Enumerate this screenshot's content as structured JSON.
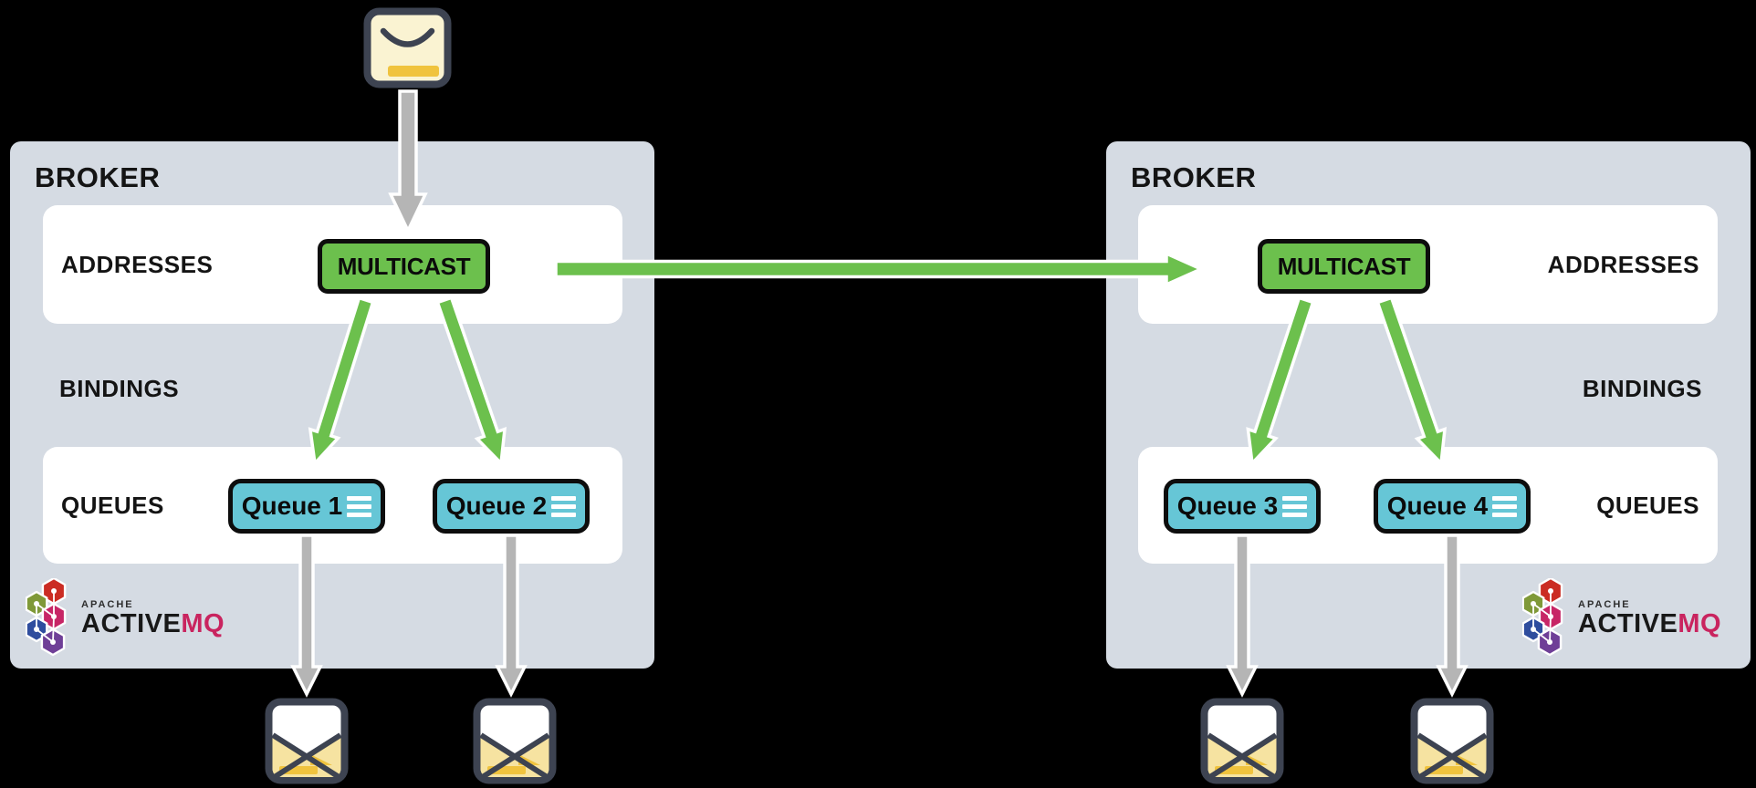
{
  "diagram": {
    "description_icons": {
      "incoming_message": "envelope-icon",
      "delivered_message": "open-envelope-icon",
      "queue_rows": "list-icon",
      "logo_mark": "hexagon-cluster-icon"
    },
    "brokers": [
      {
        "title": "BROKER",
        "addresses_label": "ADDRESSES",
        "bindings_label": "BINDINGS",
        "queues_label": "QUEUES",
        "address_node_label": "MULTICAST",
        "queue_nodes": [
          "Queue 1",
          "Queue 2"
        ],
        "logo": {
          "apache": "APACHE",
          "active": "ACTIVE",
          "mq": "MQ"
        }
      },
      {
        "title": "BROKER",
        "addresses_label": "ADDRESSES",
        "bindings_label": "BINDINGS",
        "queues_label": "QUEUES",
        "address_node_label": "MULTICAST",
        "queue_nodes": [
          "Queue 3",
          "Queue 4"
        ],
        "logo": {
          "apache": "APACHE",
          "active": "ACTIVE",
          "mq": "MQ"
        }
      }
    ]
  },
  "colors": {
    "background": "#000000",
    "broker_bg": "#d5dbe3",
    "panel_bg": "#ffffff",
    "address_node": "#6cc04d",
    "queue_node": "#66c6d6",
    "arrow_green": "#6cc04d",
    "arrow_gray": "#b5b5b5",
    "arrow_outline": "#ffffff",
    "node_border": "#0d0d0d",
    "text": "#141414",
    "mq_magenta": "#c9245f",
    "envelope_border": "#3d4351",
    "envelope_cream": "#faf3d2",
    "envelope_gold": "#f0c33e",
    "envelope_yellow": "#f6e3a1",
    "logo_hex": [
      "#cb2c23",
      "#7f9938",
      "#c72666",
      "#2f4d9e",
      "#6f3f97"
    ]
  }
}
